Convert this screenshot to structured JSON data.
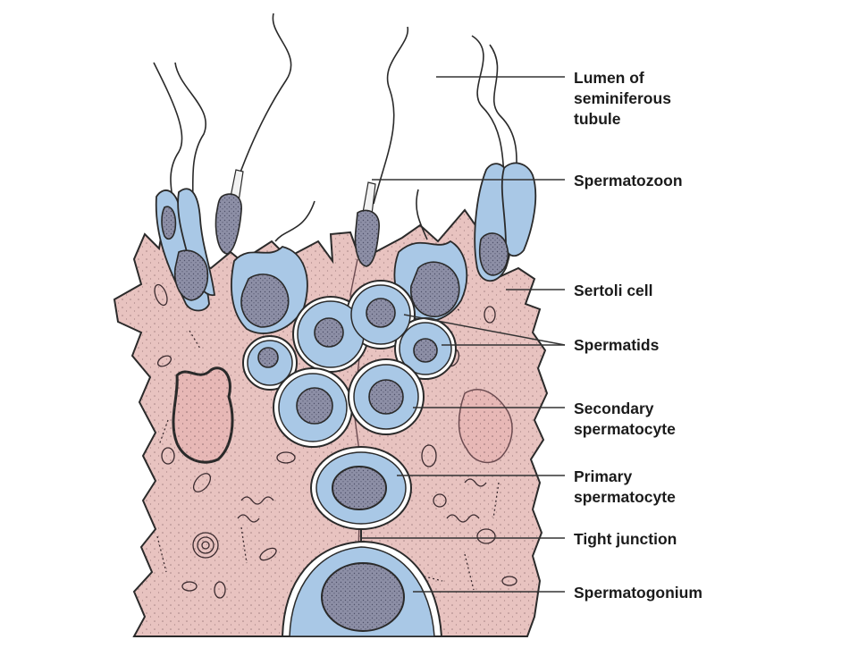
{
  "labels": {
    "lumen": "Lumen of\nseminiferous\ntubule",
    "spermatozoon": "Spermatozoon",
    "sertoli": "Sertoli cell",
    "spermatids": "Spermatids",
    "secondary": "Secondary\nspermatocyte",
    "primary": "Primary\nspermatocyte",
    "tight_junction": "Tight junction",
    "spermatogonium": "Spermatogonium"
  },
  "colors": {
    "sertoli_cytoplasm": "#e8c3c0",
    "germ_cell": "#a9c8e6",
    "nucleus": "#8d8fa6",
    "outline": "#2a2a2a",
    "leader_line": "#333333"
  }
}
